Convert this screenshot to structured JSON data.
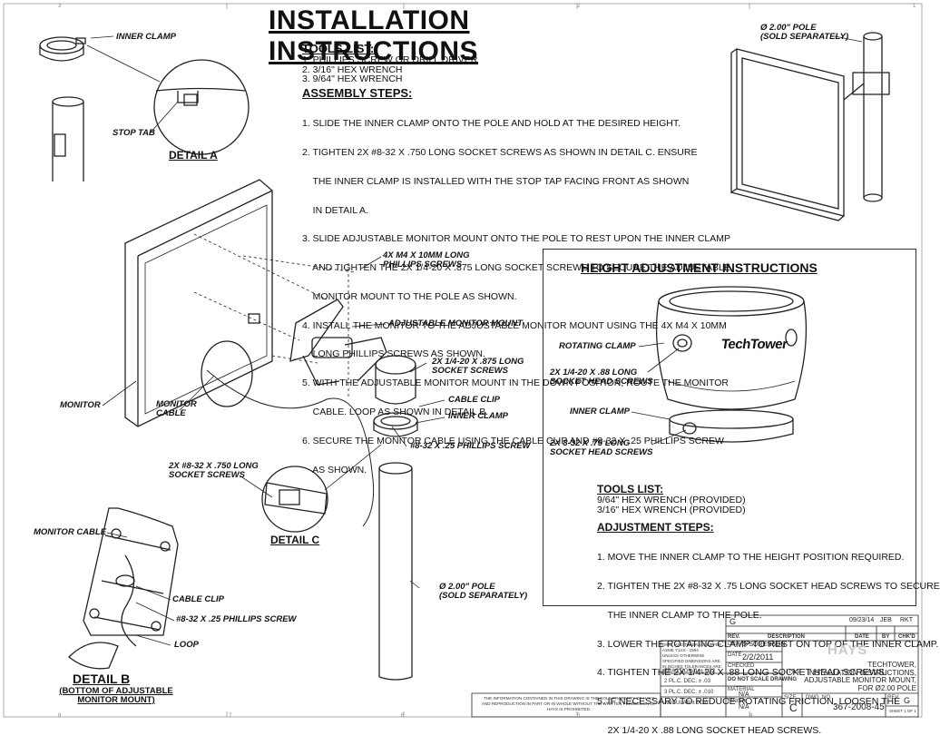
{
  "title": "INSTALLATION INSTRUCTIONS",
  "tools": {
    "header": "TOOLS LIST:",
    "items": [
      "1. PHILLIPS SCREW OR DRILL DRIVER",
      "2. 3/16\" HEX WRENCH",
      "3. 9/64\" HEX WRENCH"
    ]
  },
  "assembly": {
    "header": "ASSEMBLY STEPS:",
    "lines": [
      "1. SLIDE THE INNER CLAMP ONTO THE POLE AND HOLD AT THE DESIRED HEIGHT.",
      "2. TIGHTEN 2X #8-32 X .750 LONG SOCKET SCREWS AS SHOWN IN DETAIL C. ENSURE",
      "    THE INNER CLAMP IS INSTALLED WITH THE STOP TAP FACING FRONT AS SHOWN",
      "    IN DETAIL A.",
      "3. SLIDE ADJUSTABLE MONITOR MOUNT ONTO THE POLE TO REST UPON THE INNER CLAMP",
      "    AND TIGHTEN THE 2X 1/4-20 X .875 LONG SOCKET SCREWS TO SECURE THE ADJUSTABLE",
      "    MONITOR MOUNT TO THE POLE AS SHOWN.",
      "4. INSTALL THE MONITOR TO THE ADJUSTABLE MONITOR MOUNT USING THE 4X M4 X 10MM",
      "    LONG PHILLIPS SCREWS AS SHOWN.",
      "5. WITH THE ADJUSTABLE MONITOR MOUNT IN THE DOWN POSITION, ROUTE THE MONITOR",
      "    CABLE. LOOP AS SHOWN IN DETAIL B.",
      "6. SECURE THE MONITOR CABLE USING THE CABLE CLIP AND #8-32 X .25 PHILLIPS SCREW",
      "    AS SHOWN."
    ]
  },
  "callouts": {
    "inner_clamp_a": "INNER CLAMP",
    "stop_tab": "STOP TAB",
    "detail_a": "DETAIL A",
    "pole_top": "Ø 2.00\" POLE\n(SOLD SEPARATELY)",
    "m4_screws": "4X M4 X 10MM LONG\nPHILLIPS SCREWS",
    "adj_mount": "ADJUSTABLE MONITOR MOUNT",
    "quarter_screws": "2X 1/4-20 X .875 LONG\nSOCKET SCREWS",
    "cable_clip": "CABLE CLIP",
    "inner_clamp": "INNER CLAMP",
    "monitor": "MONITOR",
    "monitor_cable": "MONITOR\nCABLE",
    "phillips_screw": "#8-32 X .25 PHILLIPS SCREW",
    "socket_750": "2X #8-32 X .750 LONG\nSOCKET SCREWS",
    "detail_c": "DETAIL C",
    "pole_bottom": "Ø 2.00\" POLE\n(SOLD SEPARATELY)",
    "monitor_cable_b": "MONITOR CABLE",
    "cable_clip_b": "CABLE CLIP",
    "phillips_b": "#8-32 X .25 PHILLIPS SCREW",
    "loop": "LOOP",
    "detail_b": "DETAIL B",
    "detail_b_sub": "(BOTTOM OF ADJUSTABLE\nMONITOR MOUNT)"
  },
  "height": {
    "title": "HEIGHT ADJUSTMENT INSTRUCTIONS",
    "brand": "TechTower",
    "rotating_clamp": "ROTATING CLAMP",
    "quarter_88": "2X 1/4-20 X .88 LONG\nSOCKET HEAD SCREWS",
    "inner_clamp": "INNER CLAMP",
    "socket_75": "2X 8-32 X .75 LONG\nSOCKET HEAD SCREWS",
    "tools_header": "TOOLS LIST:",
    "tools": [
      "9/64\" HEX WRENCH (PROVIDED)",
      "3/16\" HEX WRENCH (PROVIDED)"
    ],
    "steps_header": "ADJUSTMENT STEPS:",
    "steps": [
      "1. MOVE THE INNER CLAMP TO THE HEIGHT POSITION REQUIRED.",
      "2. TIGHTEN THE 2X #8-32 X .75 LONG SOCKET HEAD SCREWS TO SECURE",
      "    THE INNER CLAMP TO THE POLE.",
      "3. LOWER THE ROTATING CLAMP TO REST ON TOP OF THE INNER CLAMP.",
      "4. TIGHTEN THE 2X 1/4-20 X .88 LONG SOCKET HEAD SCREWS.",
      "5. IF NECESSARY TO REDUCE ROTATING FRICTION, LOOSEN THE",
      "    2X 1/4-20 X .88 LONG SOCKET HEAD SCREWS."
    ]
  },
  "title_block": {
    "rev_letter": "G",
    "rev_date": "09/23/14",
    "rev_by": "JEB",
    "rev_chk": "RKT",
    "rev_label": "REV.",
    "description_label": "DESCRIPTION",
    "date_label": "DATE",
    "by_label": "BY",
    "chkd_label": "CHK'D",
    "tolerance_note": "DIMS. AND TOLERANCES PER ASME Y14.5 - 1994\nUNLESS OTHERWISE SPECIFIED DIMENSIONS ARE IN INCHES TOLERANCES ARE:",
    "fractional": "FRACTIONAL ± 1/32",
    "two_place": "2 PL.C. DEC.  ± .03",
    "three_place": "3 PL.C. DEC.  ± .010",
    "angular": "ANGULAR  ± 0°30'",
    "drawn_label": "DRAWN",
    "drawn": "J. SORENSON",
    "date_label2": "DATE",
    "date": "2/2/2011",
    "checked_label": "CHECKED",
    "no_scale": "DO NOT SCALE DRAWING",
    "material_label": "MATERIAL",
    "material": "N/A",
    "finish_label": "FINISH",
    "finish": "N/A",
    "company": "HAYS",
    "title_label": "TITLE",
    "drawing_title": "TECHTOWER,\nINSTALLATION INSTRUCTIONS,\nADJUSTABLE MONITOR MOUNT,\nFOR Ø2.00 POLE",
    "size_label": "SIZE",
    "size": "C",
    "dwg_label": "DWG. NO.",
    "dwg_no": "367-2008-45",
    "rev_label2": "REV.",
    "rev": "G",
    "sheet": "SHEET 1 OF 1",
    "proprietary": "THE INFORMATION CONTAINED IN THIS DRAWING IS THE SOLE PROPERTY OF HAYS AND REPRODUCTION IN PART OR IN WHOLE WITHOUT THE WRITTEN PERMISSION OF HAYS IS PROHIBITED."
  },
  "zones": [
    "8",
    "7",
    "6",
    "5",
    "4",
    "3",
    "2",
    "1"
  ]
}
